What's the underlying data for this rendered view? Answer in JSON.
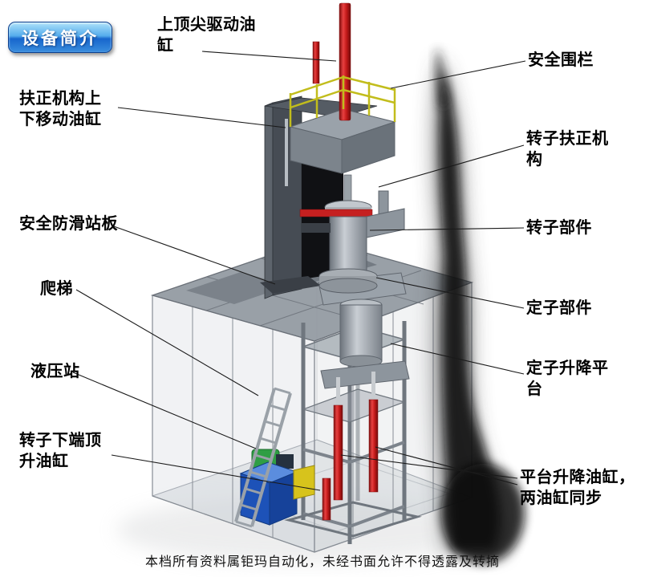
{
  "page": {
    "badge_label": "设备简介",
    "watermark": "本档所有资料属钜玛自动化，未经书面允许不得透露及转摘"
  },
  "labels": {
    "top_drive_cylinder": "上顶尖驱动油\n缸",
    "safety_fence": "安全围栏",
    "righting_lift_cylinder": "扶正机构上\n下移动油缸",
    "rotor_righting_mechanism": "转子扶正机\n构",
    "anti_slip_platform": "安全防滑站板",
    "rotor_part": "转子部件",
    "ladder": "爬梯",
    "stator_part": "定子部件",
    "hydraulic_station": "液压站",
    "stator_lift_platform": "定子升降平\n台",
    "rotor_bottom_jack_cylinder": "转子下端顶\n升油缸",
    "platform_lift_cylinders": "平台升降油缸，\n两油缸同步"
  },
  "colors": {
    "cylinder_red": "#c52020",
    "railing_yellow": "#c2bd1c",
    "hydraulic_blue": "#1d52b8",
    "accent_yellow": "#d7c31c",
    "pump_green": "#2f9e44"
  }
}
